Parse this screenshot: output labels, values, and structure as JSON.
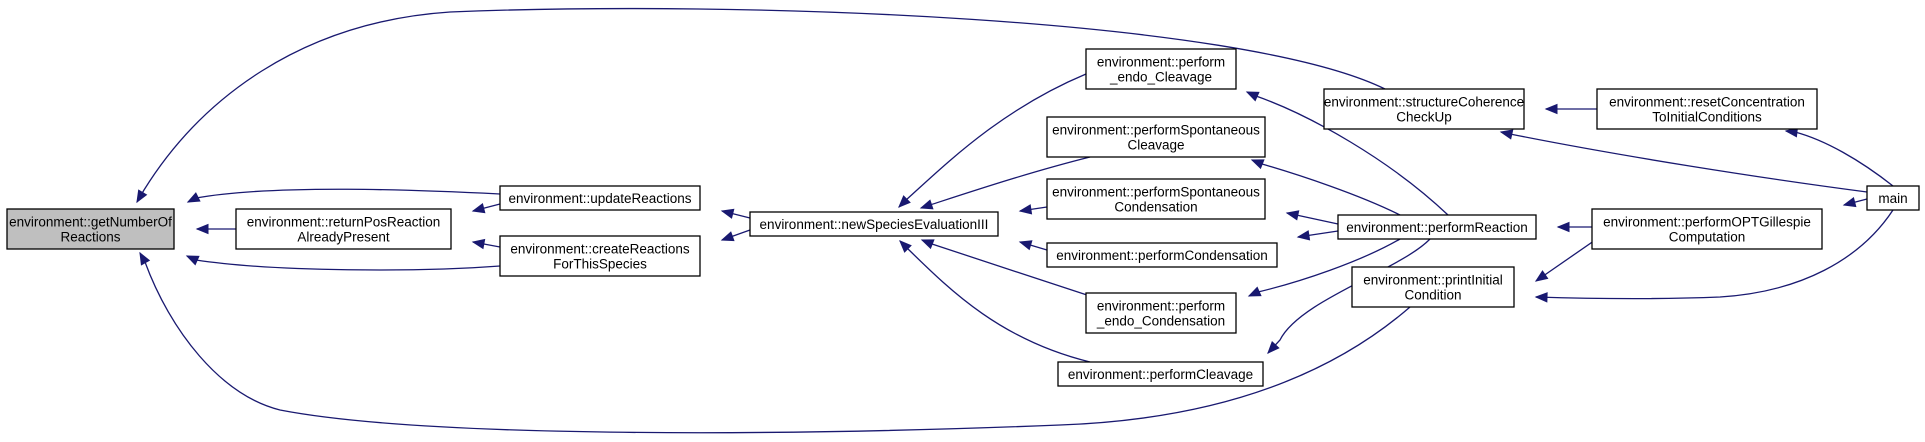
{
  "graph": {
    "edge_color": "#191970",
    "root_fill": "#bfbfbf",
    "nodes": [
      {
        "id": "getNumberOfReactions",
        "lines": [
          "environment::getNumberOf",
          "Reactions"
        ],
        "root": true
      },
      {
        "id": "returnPosReactionAlreadyPresent",
        "lines": [
          "environment::returnPosReaction",
          "AlreadyPresent"
        ]
      },
      {
        "id": "updateReactions",
        "lines": [
          "environment::updateReactions"
        ]
      },
      {
        "id": "createReactionsForThisSpecies",
        "lines": [
          "environment::createReactions",
          "ForThisSpecies"
        ]
      },
      {
        "id": "newSpeciesEvaluationIII",
        "lines": [
          "environment::newSpeciesEvaluationIII"
        ]
      },
      {
        "id": "perform_endo_Cleavage",
        "lines": [
          "environment::perform",
          "_endo_Cleavage"
        ]
      },
      {
        "id": "performSpontaneousCleavage",
        "lines": [
          "environment::performSpontaneous",
          "Cleavage"
        ]
      },
      {
        "id": "performSpontaneousCondensation",
        "lines": [
          "environment::performSpontaneous",
          "Condensation"
        ]
      },
      {
        "id": "performCondensation",
        "lines": [
          "environment::performCondensation"
        ]
      },
      {
        "id": "perform_endo_Condensation",
        "lines": [
          "environment::perform",
          "_endo_Condensation"
        ]
      },
      {
        "id": "performCleavage",
        "lines": [
          "environment::performCleavage"
        ]
      },
      {
        "id": "structureCoherenceCheckUp",
        "lines": [
          "environment::structureCoherence",
          "CheckUp"
        ]
      },
      {
        "id": "performReaction",
        "lines": [
          "environment::performReaction"
        ]
      },
      {
        "id": "printInitialCondition",
        "lines": [
          "environment::printInitial",
          "Condition"
        ]
      },
      {
        "id": "resetConcentrationToInitialConditions",
        "lines": [
          "environment::resetConcentration",
          "ToInitialConditions"
        ]
      },
      {
        "id": "performOPTGillespieComputation",
        "lines": [
          "environment::performOPTGillespie",
          "Computation"
        ]
      },
      {
        "id": "main",
        "lines": [
          "main"
        ]
      }
    ],
    "edges": [
      {
        "from": "returnPosReactionAlreadyPresent",
        "to": "getNumberOfReactions"
      },
      {
        "from": "updateReactions",
        "to": "getNumberOfReactions"
      },
      {
        "from": "createReactionsForThisSpecies",
        "to": "getNumberOfReactions"
      },
      {
        "from": "structureCoherenceCheckUp",
        "to": "getNumberOfReactions"
      },
      {
        "from": "printInitialCondition",
        "to": "getNumberOfReactions"
      },
      {
        "from": "updateReactions",
        "to": "returnPosReactionAlreadyPresent"
      },
      {
        "from": "createReactionsForThisSpecies",
        "to": "returnPosReactionAlreadyPresent"
      },
      {
        "from": "newSpeciesEvaluationIII",
        "to": "updateReactions"
      },
      {
        "from": "newSpeciesEvaluationIII",
        "to": "createReactionsForThisSpecies"
      },
      {
        "from": "perform_endo_Cleavage",
        "to": "newSpeciesEvaluationIII"
      },
      {
        "from": "performSpontaneousCleavage",
        "to": "newSpeciesEvaluationIII"
      },
      {
        "from": "performSpontaneousCondensation",
        "to": "newSpeciesEvaluationIII"
      },
      {
        "from": "performCondensation",
        "to": "newSpeciesEvaluationIII"
      },
      {
        "from": "perform_endo_Condensation",
        "to": "newSpeciesEvaluationIII"
      },
      {
        "from": "performCleavage",
        "to": "newSpeciesEvaluationIII"
      },
      {
        "from": "performReaction",
        "to": "perform_endo_Cleavage"
      },
      {
        "from": "performReaction",
        "to": "performSpontaneousCleavage"
      },
      {
        "from": "performReaction",
        "to": "performSpontaneousCondensation"
      },
      {
        "from": "performReaction",
        "to": "performCondensation"
      },
      {
        "from": "performReaction",
        "to": "perform_endo_Condensation"
      },
      {
        "from": "performReaction",
        "to": "performCleavage"
      },
      {
        "from": "resetConcentrationToInitialConditions",
        "to": "structureCoherenceCheckUp"
      },
      {
        "from": "main",
        "to": "structureCoherenceCheckUp"
      },
      {
        "from": "performOPTGillespieComputation",
        "to": "performReaction"
      },
      {
        "from": "performOPTGillespieComputation",
        "to": "printInitialCondition"
      },
      {
        "from": "main",
        "to": "printInitialCondition"
      },
      {
        "from": "main",
        "to": "resetConcentrationToInitialConditions"
      },
      {
        "from": "main",
        "to": "performOPTGillespieComputation"
      }
    ]
  }
}
